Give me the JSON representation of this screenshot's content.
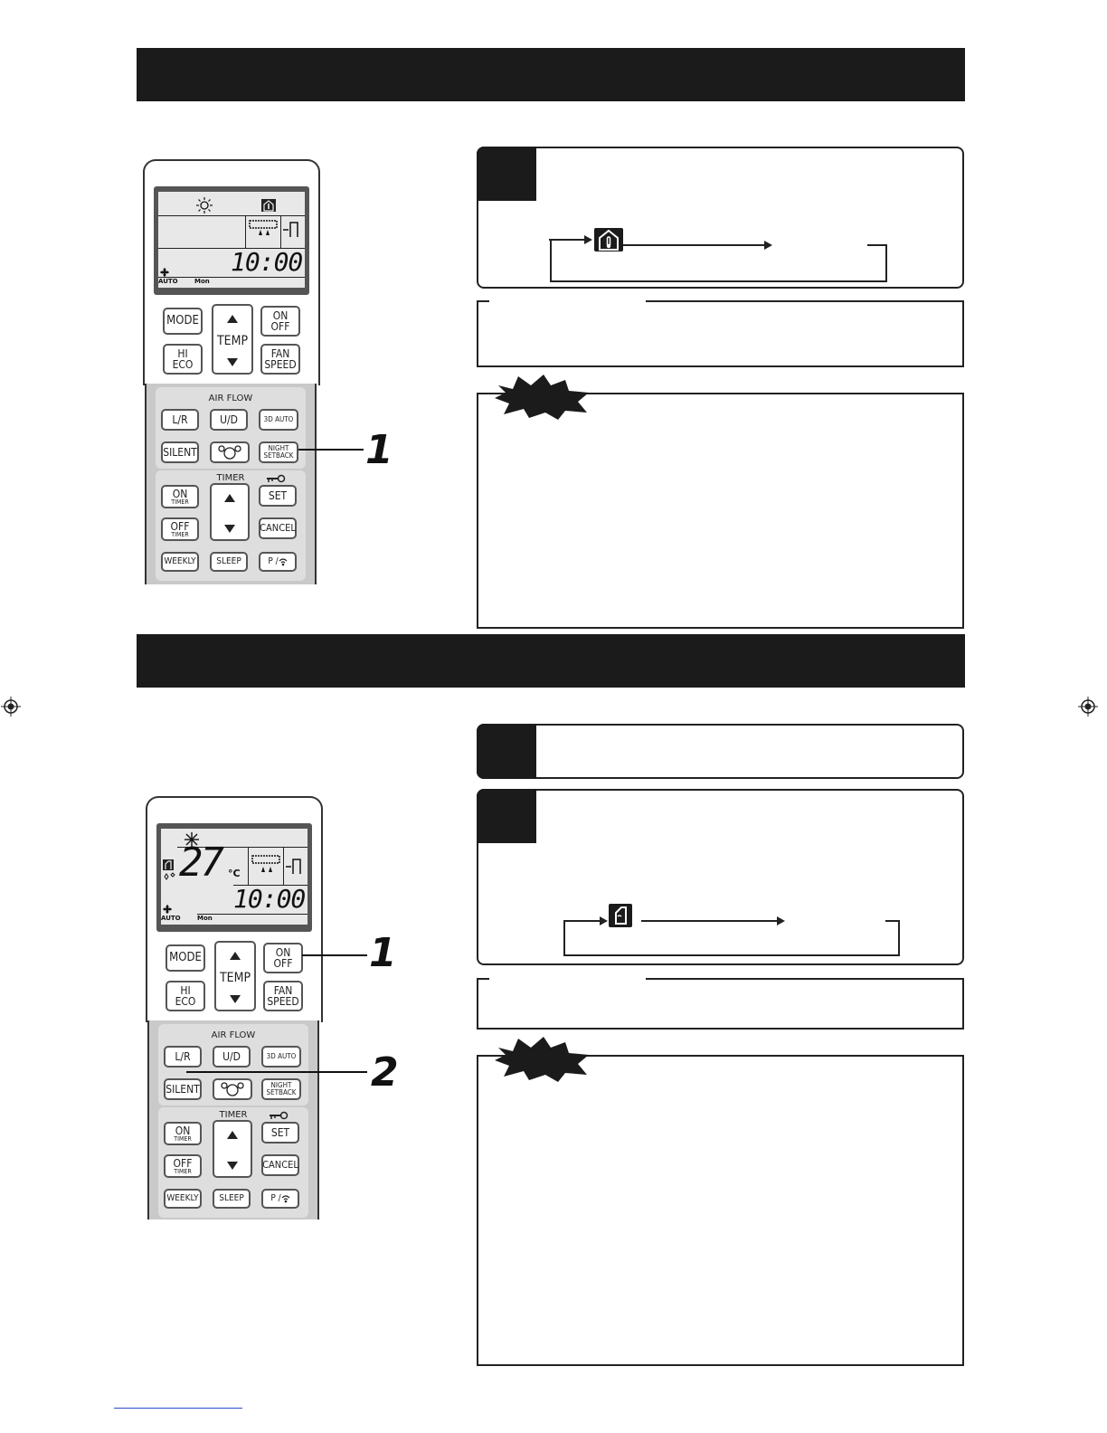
{
  "remote1": {
    "time": "10:00",
    "day": "Mon",
    "fan_auto": "AUTO",
    "buttons": {
      "mode": "MODE",
      "temp": "TEMP",
      "on": "ON",
      "off": "OFF",
      "hi": "HI",
      "eco": "ECO",
      "fan": "FAN",
      "speed": "SPEED",
      "airflow": "AIR FLOW",
      "lr": "L/R",
      "ud": "U/D",
      "auto3d": "3D AUTO",
      "silent": "SILENT",
      "night": "NIGHT",
      "setback": "SETBACK",
      "timer": "TIMER",
      "on_timer": "ON",
      "off_timer": "OFF",
      "timer_sub": "TIMER",
      "set": "SET",
      "cancel": "CANCEL",
      "weekly": "WEEKLY",
      "sleep": "SLEEP",
      "p": "P / "
    }
  },
  "remote2": {
    "temp": "27",
    "unit": "°C",
    "time": "10:00",
    "day": "Mon",
    "fan_auto": "AUTO"
  },
  "callouts": {
    "top_1": "1",
    "bottom_1": "1",
    "bottom_2": "2"
  },
  "icons": {
    "night_setback": "house-thermometer-icon",
    "silent": "silent-icon",
    "heat": "sun-icon",
    "cool": "snowflake-icon",
    "lock": "key-icon",
    "remote_signal": "signal-icon"
  }
}
